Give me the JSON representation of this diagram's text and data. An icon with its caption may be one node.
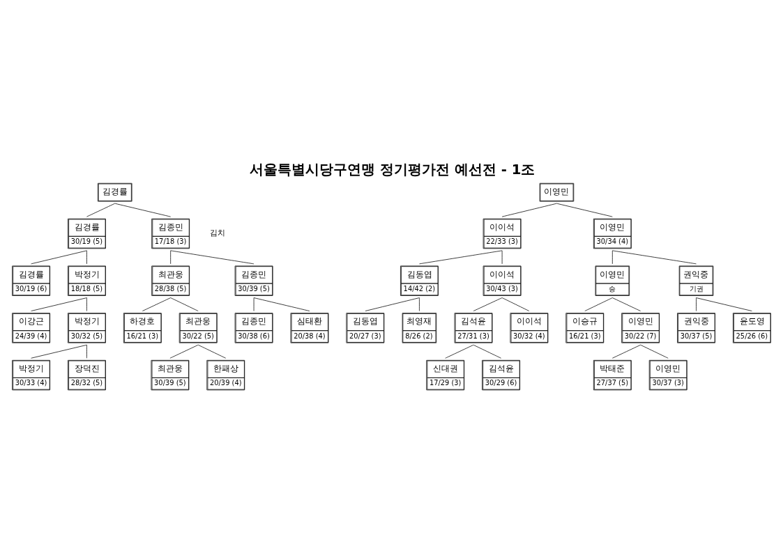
{
  "diagram": {
    "title": "서울특별시당구연맹 정기평가전 예선전 - 1조",
    "nodes": [
      {
        "text": [
          "김경률"
        ]
      },
      {
        "text": [
          "이영민"
        ]
      },
      {
        "text": [
          "김경률",
          "30/19 (5)"
        ]
      },
      {
        "text": [
          "김종민",
          "17/18 (3)"
        ]
      },
      {
        "text": [
          "이이석",
          "22/33 (3)"
        ]
      },
      {
        "text": [
          "이영민",
          "30/34 (4)"
        ]
      },
      {
        "text": [
          "김경률",
          "30/19 (6)"
        ]
      },
      {
        "text": [
          "박정기",
          "18/18 (5)"
        ]
      },
      {
        "text": [
          "최관웅",
          "28/38 (5)"
        ]
      },
      {
        "text": [
          "김종민",
          "30/39 (5)"
        ]
      },
      {
        "text": [
          "김동엽",
          "14/42 (2)"
        ]
      },
      {
        "text": [
          "이이석",
          "30/43 (3)"
        ]
      },
      {
        "text": [
          "이영민",
          "승"
        ]
      },
      {
        "text": [
          "권익중",
          "기권"
        ]
      },
      {
        "text": [
          "이강근",
          "24/39 (4)"
        ]
      },
      {
        "text": [
          "박정기",
          "30/32 (5)"
        ]
      },
      {
        "text": [
          "하경호",
          "16/21 (3)"
        ]
      },
      {
        "text": [
          "최관웅",
          "30/22 (5)"
        ]
      },
      {
        "text": [
          "김종민",
          "30/38 (6)"
        ]
      },
      {
        "text": [
          "심태환",
          "20/38 (4)"
        ]
      },
      {
        "text": [
          "김동엽",
          "20/27 (3)"
        ]
      },
      {
        "text": [
          "최영재",
          "8/26 (2)"
        ]
      },
      {
        "text": [
          "김석윤",
          "27/31 (3)"
        ]
      },
      {
        "text": [
          "이이석",
          "30/32 (4)"
        ]
      },
      {
        "text": [
          "이승규",
          "16/21 (3)"
        ]
      },
      {
        "text": [
          "이영민",
          "30/22 (7)"
        ]
      },
      {
        "text": [
          "권익중",
          "30/37 (5)"
        ]
      },
      {
        "text": [
          "윤도영",
          "25/26 (6)"
        ]
      },
      {
        "text": [
          "박정기",
          "30/33 (4)"
        ]
      },
      {
        "text": [
          "장덕진",
          "28/32 (5)"
        ]
      },
      {
        "text": [
          "최관웅",
          "30/39 (5)"
        ]
      },
      {
        "text": [
          "한패상",
          "20/39 (4)"
        ]
      },
      {
        "text": [
          "신대권",
          "17/29 (3)"
        ]
      },
      {
        "text": [
          "김석윤",
          "30/29 (6)"
        ]
      },
      {
        "text": [
          "박태준",
          "27/37 (5)"
        ]
      },
      {
        "text": [
          "이영민",
          "30/37 (3)"
        ]
      }
    ],
    "edges": [
      {
        "from": 0,
        "to": 2,
        "arrow": "none"
      },
      {
        "from": 0,
        "to": 3,
        "arrow": "none"
      },
      {
        "from": 1,
        "to": 4,
        "arrow": "none"
      },
      {
        "from": 1,
        "to": 5,
        "arrow": "none"
      },
      {
        "from": 2,
        "to": 6,
        "arrow": "none"
      },
      {
        "from": 2,
        "to": 7,
        "arrow": "none"
      },
      {
        "from": 3,
        "to": 8,
        "arrow": "none"
      },
      {
        "from": 3,
        "to": 9,
        "arrow": "none"
      },
      {
        "from": 4,
        "to": 10,
        "arrow": "none"
      },
      {
        "from": 4,
        "to": 11,
        "arrow": "none"
      },
      {
        "from": 5,
        "to": 12,
        "arrow": "none"
      },
      {
        "from": 5,
        "to": 13,
        "arrow": "none"
      },
      {
        "from": 7,
        "to": 14,
        "arrow": "none"
      },
      {
        "from": 7,
        "to": 15,
        "arrow": "none"
      },
      {
        "from": 8,
        "to": 16,
        "arrow": "none"
      },
      {
        "from": 8,
        "to": 17,
        "arrow": "none"
      },
      {
        "from": 9,
        "to": 18,
        "arrow": "none"
      },
      {
        "from": 9,
        "to": 19,
        "arrow": "none"
      },
      {
        "from": 10,
        "to": 20,
        "arrow": "none"
      },
      {
        "from": 10,
        "to": 21,
        "arrow": "none"
      },
      {
        "from": 11,
        "to": 22,
        "arrow": "none"
      },
      {
        "from": 11,
        "to": 23,
        "arrow": "none"
      },
      {
        "from": 12,
        "to": 24,
        "arrow": "none"
      },
      {
        "from": 12,
        "to": 25,
        "arrow": "none"
      },
      {
        "from": 13,
        "to": 26,
        "arrow": "none"
      },
      {
        "from": 13,
        "to": 27,
        "arrow": "none"
      },
      {
        "from": 15,
        "to": 28,
        "arrow": "none"
      },
      {
        "from": 15,
        "to": 29,
        "arrow": "none"
      },
      {
        "from": 17,
        "to": 30,
        "arrow": "none"
      },
      {
        "from": 17,
        "to": 31,
        "arrow": "none"
      },
      {
        "from": 22,
        "to": 32,
        "arrow": "none"
      },
      {
        "from": 22,
        "to": 33,
        "arrow": "none"
      },
      {
        "from": 25,
        "to": 34,
        "arrow": "none"
      },
      {
        "from": 25,
        "to": 35,
        "arrow": "none"
      }
    ],
    "labels": [
      "김치"
    ]
  }
}
